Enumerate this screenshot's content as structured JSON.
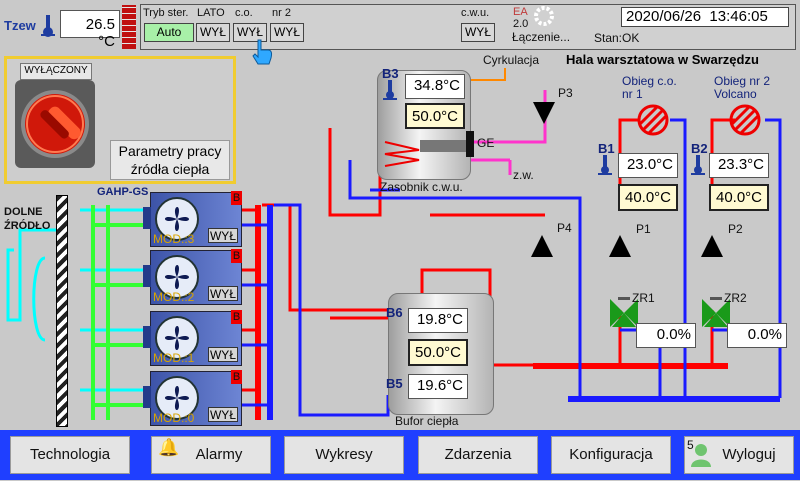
{
  "header": {
    "tzew_label": "Tzew",
    "tzew_value": "26.5 °C",
    "tryb_label": "Tryb ster.",
    "season_label": "LATO",
    "co_label": "c.o.",
    "nr2_label": "nr 2",
    "cwu_label": "c.w.u.",
    "auto_btn": "Auto",
    "wyl_btn": "WYŁ",
    "ea_label": "EA",
    "ea_version": "2.0",
    "connecting": "Łączenie...",
    "status": "Stan:OK",
    "datetime": "2020/06/26  13:46:05"
  },
  "title": "Hala warsztatowa w Swarzędzu",
  "source_panel": {
    "state_label": "WYŁĄCZONY",
    "params_button": "Parametry pracy źródła ciepła"
  },
  "lower_source": {
    "line1": "DOLNE",
    "line2": "ŹRÓDŁO"
  },
  "gahp_label": "GAHP-GS",
  "modules": [
    {
      "label": "MOD.:3",
      "state": "WYŁ",
      "flag": "B"
    },
    {
      "label": "MOD.:2",
      "state": "WYŁ",
      "flag": "B"
    },
    {
      "label": "MOD.:1",
      "state": "WYŁ",
      "flag": "B"
    },
    {
      "label": "MOD.:0",
      "state": "WYŁ",
      "flag": "B"
    }
  ],
  "dhw_tank": {
    "sensor": "B3",
    "temp": "34.8°C",
    "setpoint": "50.0°C",
    "heater": "GE",
    "label": "Zasobnik c.w.u.",
    "circulation": "Cyrkulacja",
    "cold_water": "z.w.",
    "pump": "P3"
  },
  "buffer_tank": {
    "sensor_top": "B6",
    "temp_top": "19.8°C",
    "setpoint": "50.0°C",
    "sensor_bottom": "B5",
    "temp_bottom": "19.6°C",
    "label": "Bufor ciepła"
  },
  "pump_p4": "P4",
  "circuit1": {
    "name": "Obieg c.o. nr 1",
    "sensor": "B1",
    "temp": "23.0°C",
    "setpoint": "40.0°C",
    "pump": "P1",
    "valve": "ZR1",
    "valve_pos": "0.0%"
  },
  "circuit2": {
    "name": "Obieg nr 2 Volcano",
    "sensor": "B2",
    "temp": "23.3°C",
    "setpoint": "40.0°C",
    "pump": "P2",
    "valve": "ZR2",
    "valve_pos": "0.0%"
  },
  "nav": {
    "technologia": "Technologia",
    "alarmy": "Alarmy",
    "wykresy": "Wykresy",
    "zdarzenia": "Zdarzenia",
    "konfiguracja": "Konfiguracja",
    "wyloguj": "Wyloguj",
    "user_level": "5"
  },
  "colors": {
    "supply": "#ff0000",
    "return": "#1a1aff",
    "ground": "#33ff33",
    "brine": "#00ffff",
    "dhw": "#ff33cc",
    "nav_bar": "#1f3fff"
  }
}
